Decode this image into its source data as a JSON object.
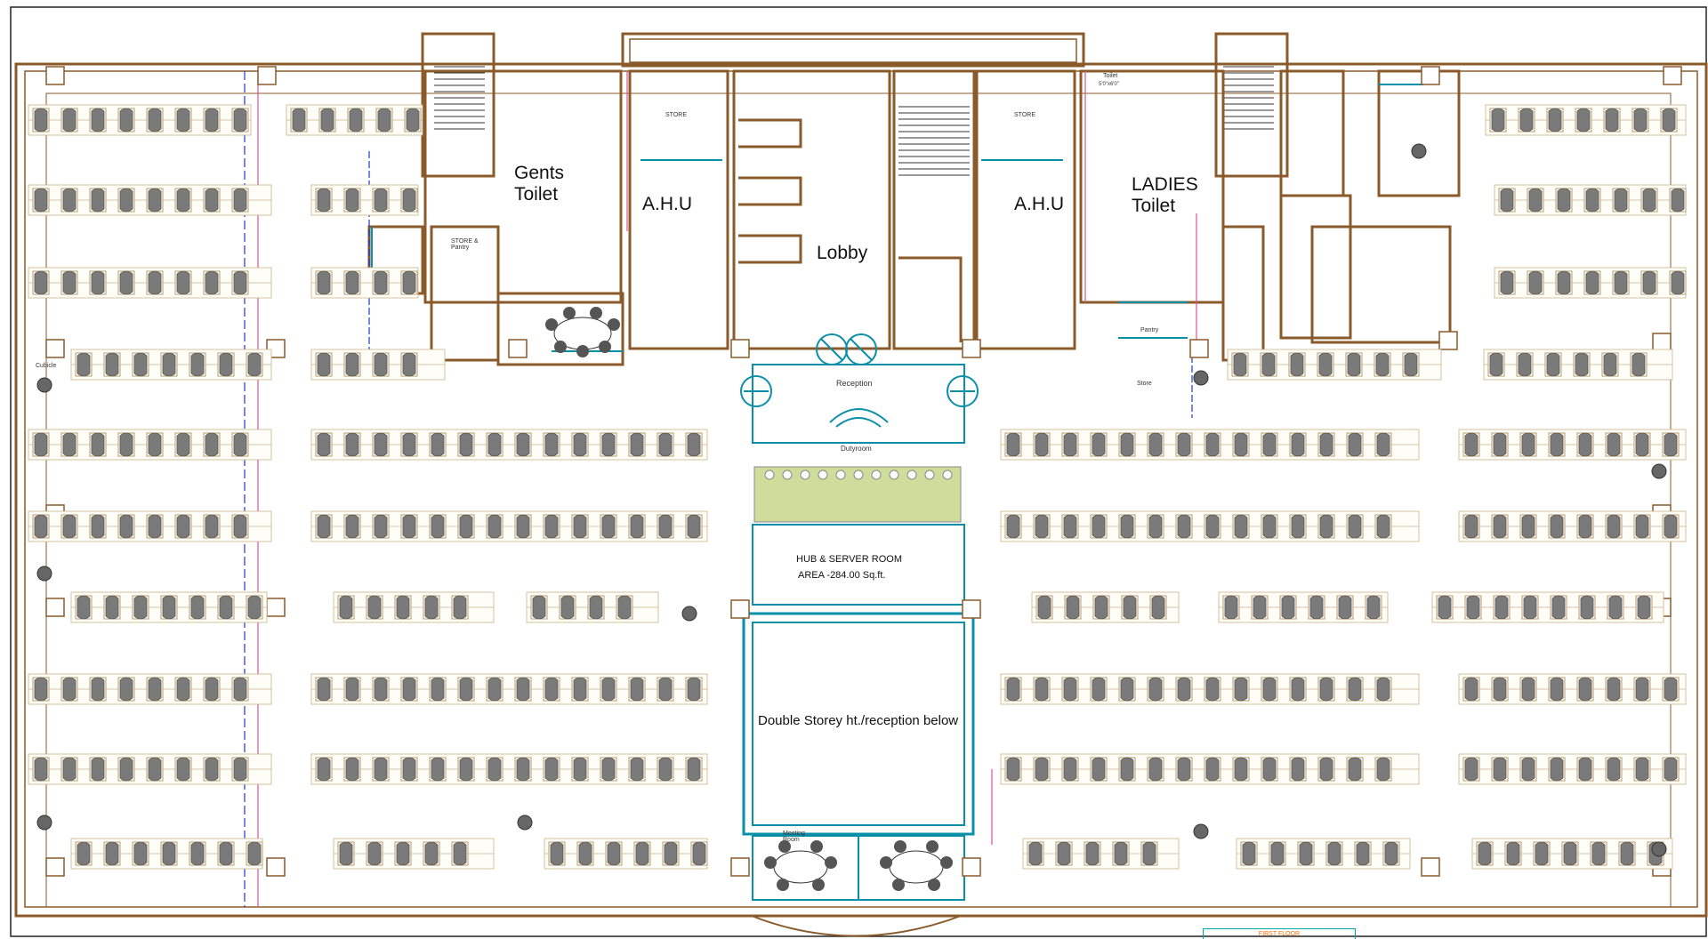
{
  "rooms": {
    "gents_toilet": "Gents\nToilet",
    "ladies_toilet": "LADIES\nToilet",
    "ahu_left": "A.H.U",
    "ahu_right": "A.H.U",
    "lobby": "Lobby",
    "reception": "Reception",
    "duty_room": "Dutyroom",
    "hub_server_line1": "HUB & SERVER ROOM",
    "hub_server_line2": "AREA -284.00 Sq.ft.",
    "double_storey": "Double Storey ht./reception below",
    "store_left": "STORE",
    "store_right": "STORE",
    "store_pantry": "STORE &\nPantry",
    "store_small": "Store",
    "pantry": "Pantry",
    "meeting_room": "Meeting\nRoom",
    "cubicle": "Cubicle",
    "toilet": "Toilet",
    "toilet_size": "5'0\"x6'0\"",
    "title_block": "FIRST FLOOR"
  },
  "colors": {
    "wall": "#8a5a2b",
    "wall_fill": "#fff8ea",
    "workstation": "#6b6b6b",
    "chair": "#8b6b5c",
    "desk_line": "#b89b6a",
    "pipe_pink": "#e0509a",
    "pipe_blue": "#2038d0",
    "cyan": "#0a8fa8",
    "teal": "#1a9c9c",
    "green_panel": "#cfdc9c"
  }
}
